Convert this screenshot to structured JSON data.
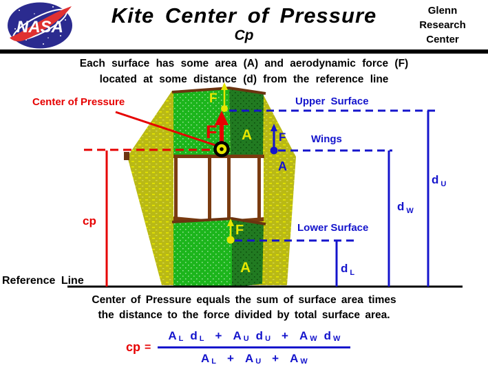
{
  "header": {
    "logo_text": "NASA",
    "title": "Kite Center of Pressure",
    "subtitle": "Cp",
    "org_line1": "Glenn",
    "org_line2": "Research",
    "org_line3": "Center"
  },
  "intro": {
    "line1": "Each surface has some area (A) and aerodynamic force (F)",
    "line2": "located at some distance (d) from the reference line"
  },
  "diagram": {
    "center_of_pressure_label": "Center of Pressure",
    "upper_surface_label": "Upper Surface",
    "wings_label": "Wings",
    "lower_surface_label": "Lower Surface",
    "cp_label": "cp",
    "reference_line_label": "Reference Line",
    "force_label": "F",
    "area_label": "A",
    "d_upper": {
      "base": "d",
      "sub": "U"
    },
    "d_wings": {
      "base": "d",
      "sub": "W"
    },
    "d_lower": {
      "base": "d",
      "sub": "L"
    }
  },
  "caption": {
    "line1": "Center of Pressure equals the sum of surface area times",
    "line2": "the distance to the force divided by total surface area."
  },
  "equation": {
    "lhs": "cp",
    "equals": "=",
    "numerator": [
      {
        "base": "A",
        "sub": "L"
      },
      {
        "base": "d",
        "sub": "L"
      },
      {
        "op": "+"
      },
      {
        "base": "A",
        "sub": "U"
      },
      {
        "base": "d",
        "sub": "U"
      },
      {
        "op": "+"
      },
      {
        "base": "A",
        "sub": "W"
      },
      {
        "base": "d",
        "sub": "W"
      }
    ],
    "denominator": [
      {
        "base": "A",
        "sub": "L"
      },
      {
        "op": "+"
      },
      {
        "base": "A",
        "sub": "U"
      },
      {
        "op": "+"
      },
      {
        "base": "A",
        "sub": "W"
      }
    ]
  },
  "colors": {
    "red": "#e60000",
    "blue": "#1414cc",
    "yellow": "#e6e600",
    "kite_front_green": "#1cb51c",
    "kite_side_green": "#217a21",
    "wing_yellow": "#b9b915",
    "frame_brown": "#7a3b10",
    "logo_blue": "#2b2b8f",
    "logo_red": "#e03131"
  }
}
